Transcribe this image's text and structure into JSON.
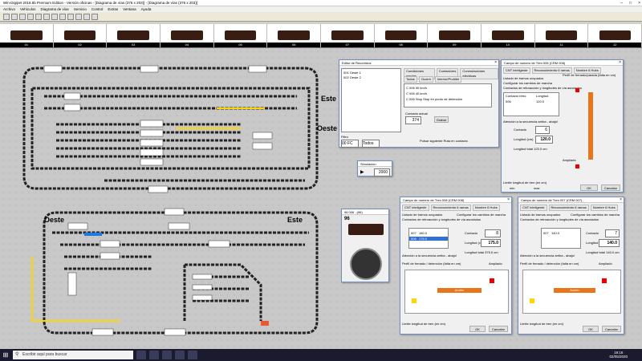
{
  "window": {
    "title": "Win-Digipet 2018.5b Premium Edition - Versión oficinas - [Diagrama de vías (376 x 203)] - [Diagrama de vías (376 x 203)]"
  },
  "menu": [
    "Archivo",
    "Vehículos",
    "Diagrama de vías",
    "Servicio",
    "Control",
    "Extras",
    "Ventana",
    "Ayuda"
  ],
  "locos": [
    {
      "num": "01"
    },
    {
      "num": "02"
    },
    {
      "num": "03"
    },
    {
      "num": "04"
    },
    {
      "num": "05"
    },
    {
      "num": "06"
    },
    {
      "num": "07"
    },
    {
      "num": "08"
    },
    {
      "num": "09"
    },
    {
      "num": "10"
    },
    {
      "num": "11"
    },
    {
      "num": "12"
    }
  ],
  "layout": {
    "labels": {
      "este_top": "Este",
      "oeste_top": "Oeste",
      "oeste_left": "Oeste",
      "este_mid": "Este"
    }
  },
  "selector": {
    "title": "Editor de Recorridos",
    "tabs": [
      "Condiciones previas",
      "Contactores",
      "Conmutaciones eléctricas"
    ],
    "subtabs": [
      "Todos",
      "Ocurrir",
      "Interior/Prohibir"
    ],
    "rows": [
      {
        "id": "001",
        "name": "001 Oeste 1"
      },
      {
        "id": "002",
        "name": "002 Oeste 2"
      }
    ],
    "list": [
      {
        "code": "C 006",
        "desc": "90 km/h"
      },
      {
        "code": "C 006",
        "desc": "40 km/h"
      },
      {
        "code": "C 006",
        "desc": "Stop",
        "extra": "Stop en punto de detención"
      }
    ],
    "contactLabel": "Contacto actual",
    "contactValue": "374",
    "saveBtn": "Grabar",
    "filterLabel": "Filtro",
    "filterValue": "00 FC",
    "filterAll": "Todos",
    "footer": "Pulsar siguiente Ruta en contacto"
  },
  "clockwidget": {
    "title": "Simulación",
    "value": "2000"
  },
  "throttle": {
    "title": "96 006 ..(96)",
    "number": "96"
  },
  "tnc_top": {
    "title": "Campo de numero de Tren 006 (CRM 006)",
    "tabs": [
      "CNT inteligente",
      "Reconocimiento 6 ramas",
      "Nombre 6 Hubs"
    ],
    "profile": "Perfil de frenado/parada (falta en cm)",
    "distLabel": "Longitud frenado de vía en cm",
    "opt1": "Listado de tramos ocupados",
    "opt2": "Configurar los cambios de marcha",
    "hint": "Contactos de retroacción y longitudes de vía asociados",
    "colContact": "Contacto retro.",
    "colLength": "Longitud",
    "rowContact": "006",
    "rowLength": "120.0",
    "seqLabel": "Atención a la secuencia arriba - abajo!",
    "contactLabel": "Contacto",
    "contactValue": "6",
    "lengthLabel": "Longitud (cm)",
    "lengthValue": "120.0",
    "totalLabel": "Longitud total 120.0 cm",
    "ampliado": "Ampliado",
    "limitLabel": "Limite longitud de tren (en cm)",
    "minLabel": "min",
    "maxLabel": "max",
    "ok": "OK",
    "cancel": "Cancelar"
  },
  "tnc_left": {
    "title": "Campo de numero de Tren 008 (CRM 008)",
    "tabs": [
      "CNT inteligente",
      "Reconocimiento 6 ramas",
      "Nombre 6 Hubs"
    ],
    "opt1": "Listado de tramos ocupados",
    "opt2": "Configurar los cambios de marcha",
    "hint": "Contactos de retroacción y longitudes de vía asociados",
    "rows": [
      {
        "c": "007",
        "l": "180.0"
      },
      {
        "c": "008",
        "l": "175.0"
      }
    ],
    "contactLabel": "Contacto",
    "contactValue": "8",
    "lengthLabel": "Longitud (cm)",
    "lengthValue": "175.0",
    "totalLabel": "Longitud total 375.0 cm",
    "seqLabel": "Atención a la secuencia arriba - abajo!",
    "profile": "Perfil de frenado / detención (falta en cm)",
    "ampliado": "Ampliado",
    "track": "Andén",
    "limitLabel": "Limite longitud de tren (en cm)",
    "ok": "OK",
    "cancel": "Cancelar"
  },
  "tnc_right": {
    "title": "Campo de numero de Tren 007 (CRM 007)",
    "tabs": [
      "CNT inteligente",
      "Reconocimiento 6 ramas",
      "Nombre 6 Hubs"
    ],
    "opt1": "Listado de tramos ocupados",
    "opt2": "Configurar los cambios de marcha",
    "hint": "Contactos de retroacción y longitudes de vía asociados",
    "rows": [
      {
        "c": "007",
        "l": "140.0"
      }
    ],
    "contactLabel": "Contacto",
    "contactValue": "7",
    "lengthLabel": "Longitud (cm)",
    "lengthValue": "140.0",
    "totalLabel": "Longitud total 140.0 cm",
    "seqLabel": "Atención a la secuencia arriba - abajo!",
    "profile": "Perfil de frenado / detención (falta en cm)",
    "ampliado": "Ampliado",
    "track": "Andén",
    "limitLabel": "Limite longitud de tren (en cm)",
    "ok": "OK",
    "cancel": "Cancelar"
  },
  "taskbar": {
    "search": "Escribir aquí para buscar",
    "time": "19:16",
    "date": "02/05/2020"
  }
}
